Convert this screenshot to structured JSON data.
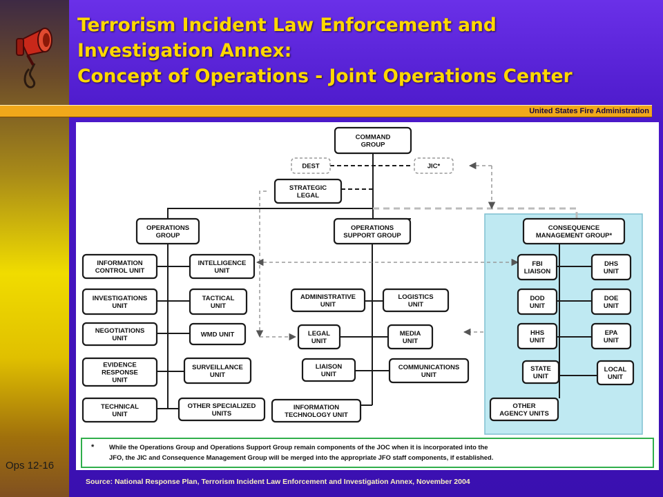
{
  "header": {
    "title_lines": [
      "Terrorism Incident Law Enforcement and",
      "Investigation Annex:",
      "Concept of Operations - Joint Operations Center"
    ],
    "organization": "United States Fire Administration"
  },
  "footer": {
    "slide_label": "Ops 12-16",
    "source": "Source:  National Response Plan, Terrorism Incident Law Enforcement and Investigation Annex, November 2004"
  },
  "diagram": {
    "command": [
      "COMMAND",
      "GROUP"
    ],
    "dest": "DEST",
    "jic": "JIC*",
    "strategic": [
      "STRATEGIC",
      "LEGAL"
    ],
    "ops_group": [
      "OPERATIONS",
      "GROUP"
    ],
    "ops_support": [
      "OPERATIONS",
      "SUPPORT GROUP"
    ],
    "consequence": [
      "CONSEQUENCE",
      "MANAGEMENT GROUP*"
    ],
    "ops_left_units": [
      [
        "INFORMATION",
        "CONTROL UNIT"
      ],
      [
        "INVESTIGATIONS",
        "UNIT"
      ],
      [
        "NEGOTIATIONS",
        "UNIT"
      ],
      [
        "EVIDENCE",
        "RESPONSE",
        "UNIT"
      ],
      [
        "TECHNICAL",
        "UNIT"
      ]
    ],
    "ops_right_units": [
      [
        "INTELLIGENCE",
        "UNIT"
      ],
      [
        "TACTICAL",
        "UNIT"
      ],
      [
        "WMD UNIT"
      ],
      [
        "SURVEILLANCE",
        "UNIT"
      ],
      [
        "OTHER SPECIALIZED",
        "UNITS"
      ]
    ],
    "support_left_units": [
      [
        "ADMINISTRATIVE",
        "UNIT"
      ],
      [
        "LEGAL",
        "UNIT"
      ],
      [
        "LIAISON",
        "UNIT"
      ],
      [
        "INFORMATION",
        "TECHNOLOGY UNIT"
      ]
    ],
    "support_right_units": [
      [
        "LOGISTICS",
        "UNIT"
      ],
      [
        "MEDIA",
        "UNIT"
      ],
      [
        "COMMUNICATIONS",
        "UNIT"
      ]
    ],
    "cmg_left_units": [
      [
        "FBI",
        "LIAISON"
      ],
      [
        "DOD",
        "UNIT"
      ],
      [
        "HHS",
        "UNIT"
      ],
      [
        "STATE",
        "UNIT"
      ],
      [
        "OTHER",
        "AGENCY UNITS"
      ]
    ],
    "cmg_right_units": [
      [
        "DHS",
        "UNIT"
      ],
      [
        "DOE",
        "UNIT"
      ],
      [
        "EPA",
        "UNIT"
      ],
      [
        "LOCAL",
        "UNIT"
      ]
    ],
    "note_star": "*",
    "note_lines": [
      "While the Operations Group and Operations Support Group remain components of the JOC when it is incorporated into the",
      "JFO, the JIC and Consequence Management Group will be merged into the appropriate JFO staff components, if established."
    ]
  },
  "colors": {
    "title": "#ffd800",
    "background": "#4a18c8",
    "org_bar": "#f1a81a",
    "cmg_panel": "#bfe9f2",
    "note_border": "#2fae4a"
  }
}
